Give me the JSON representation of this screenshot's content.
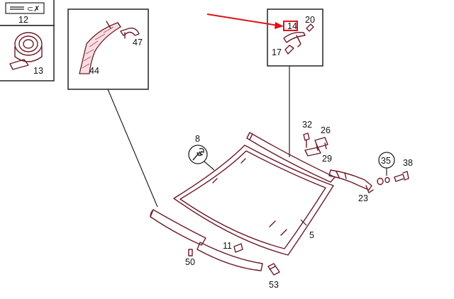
{
  "callouts": {
    "c12": "12",
    "c13": "13",
    "c44": "44",
    "c47": "47",
    "c14": "14",
    "c20": "20",
    "c17": "17",
    "c8": "8",
    "c32": "32",
    "c26": "26",
    "c29": "29",
    "c35": "35",
    "c38": "38",
    "c23": "23",
    "c5": "5",
    "c11": "11",
    "c50": "50",
    "c53": "53"
  },
  "highlight": {
    "callout": "14",
    "color": "#e0101c"
  },
  "colors": {
    "part_line": "#6b1a28",
    "frame": "#222222"
  },
  "icons": {
    "kit_symbol": "adhesive-kit-icon",
    "tape_roll": "tape-roll-icon",
    "wrench": "wrench-icon"
  }
}
